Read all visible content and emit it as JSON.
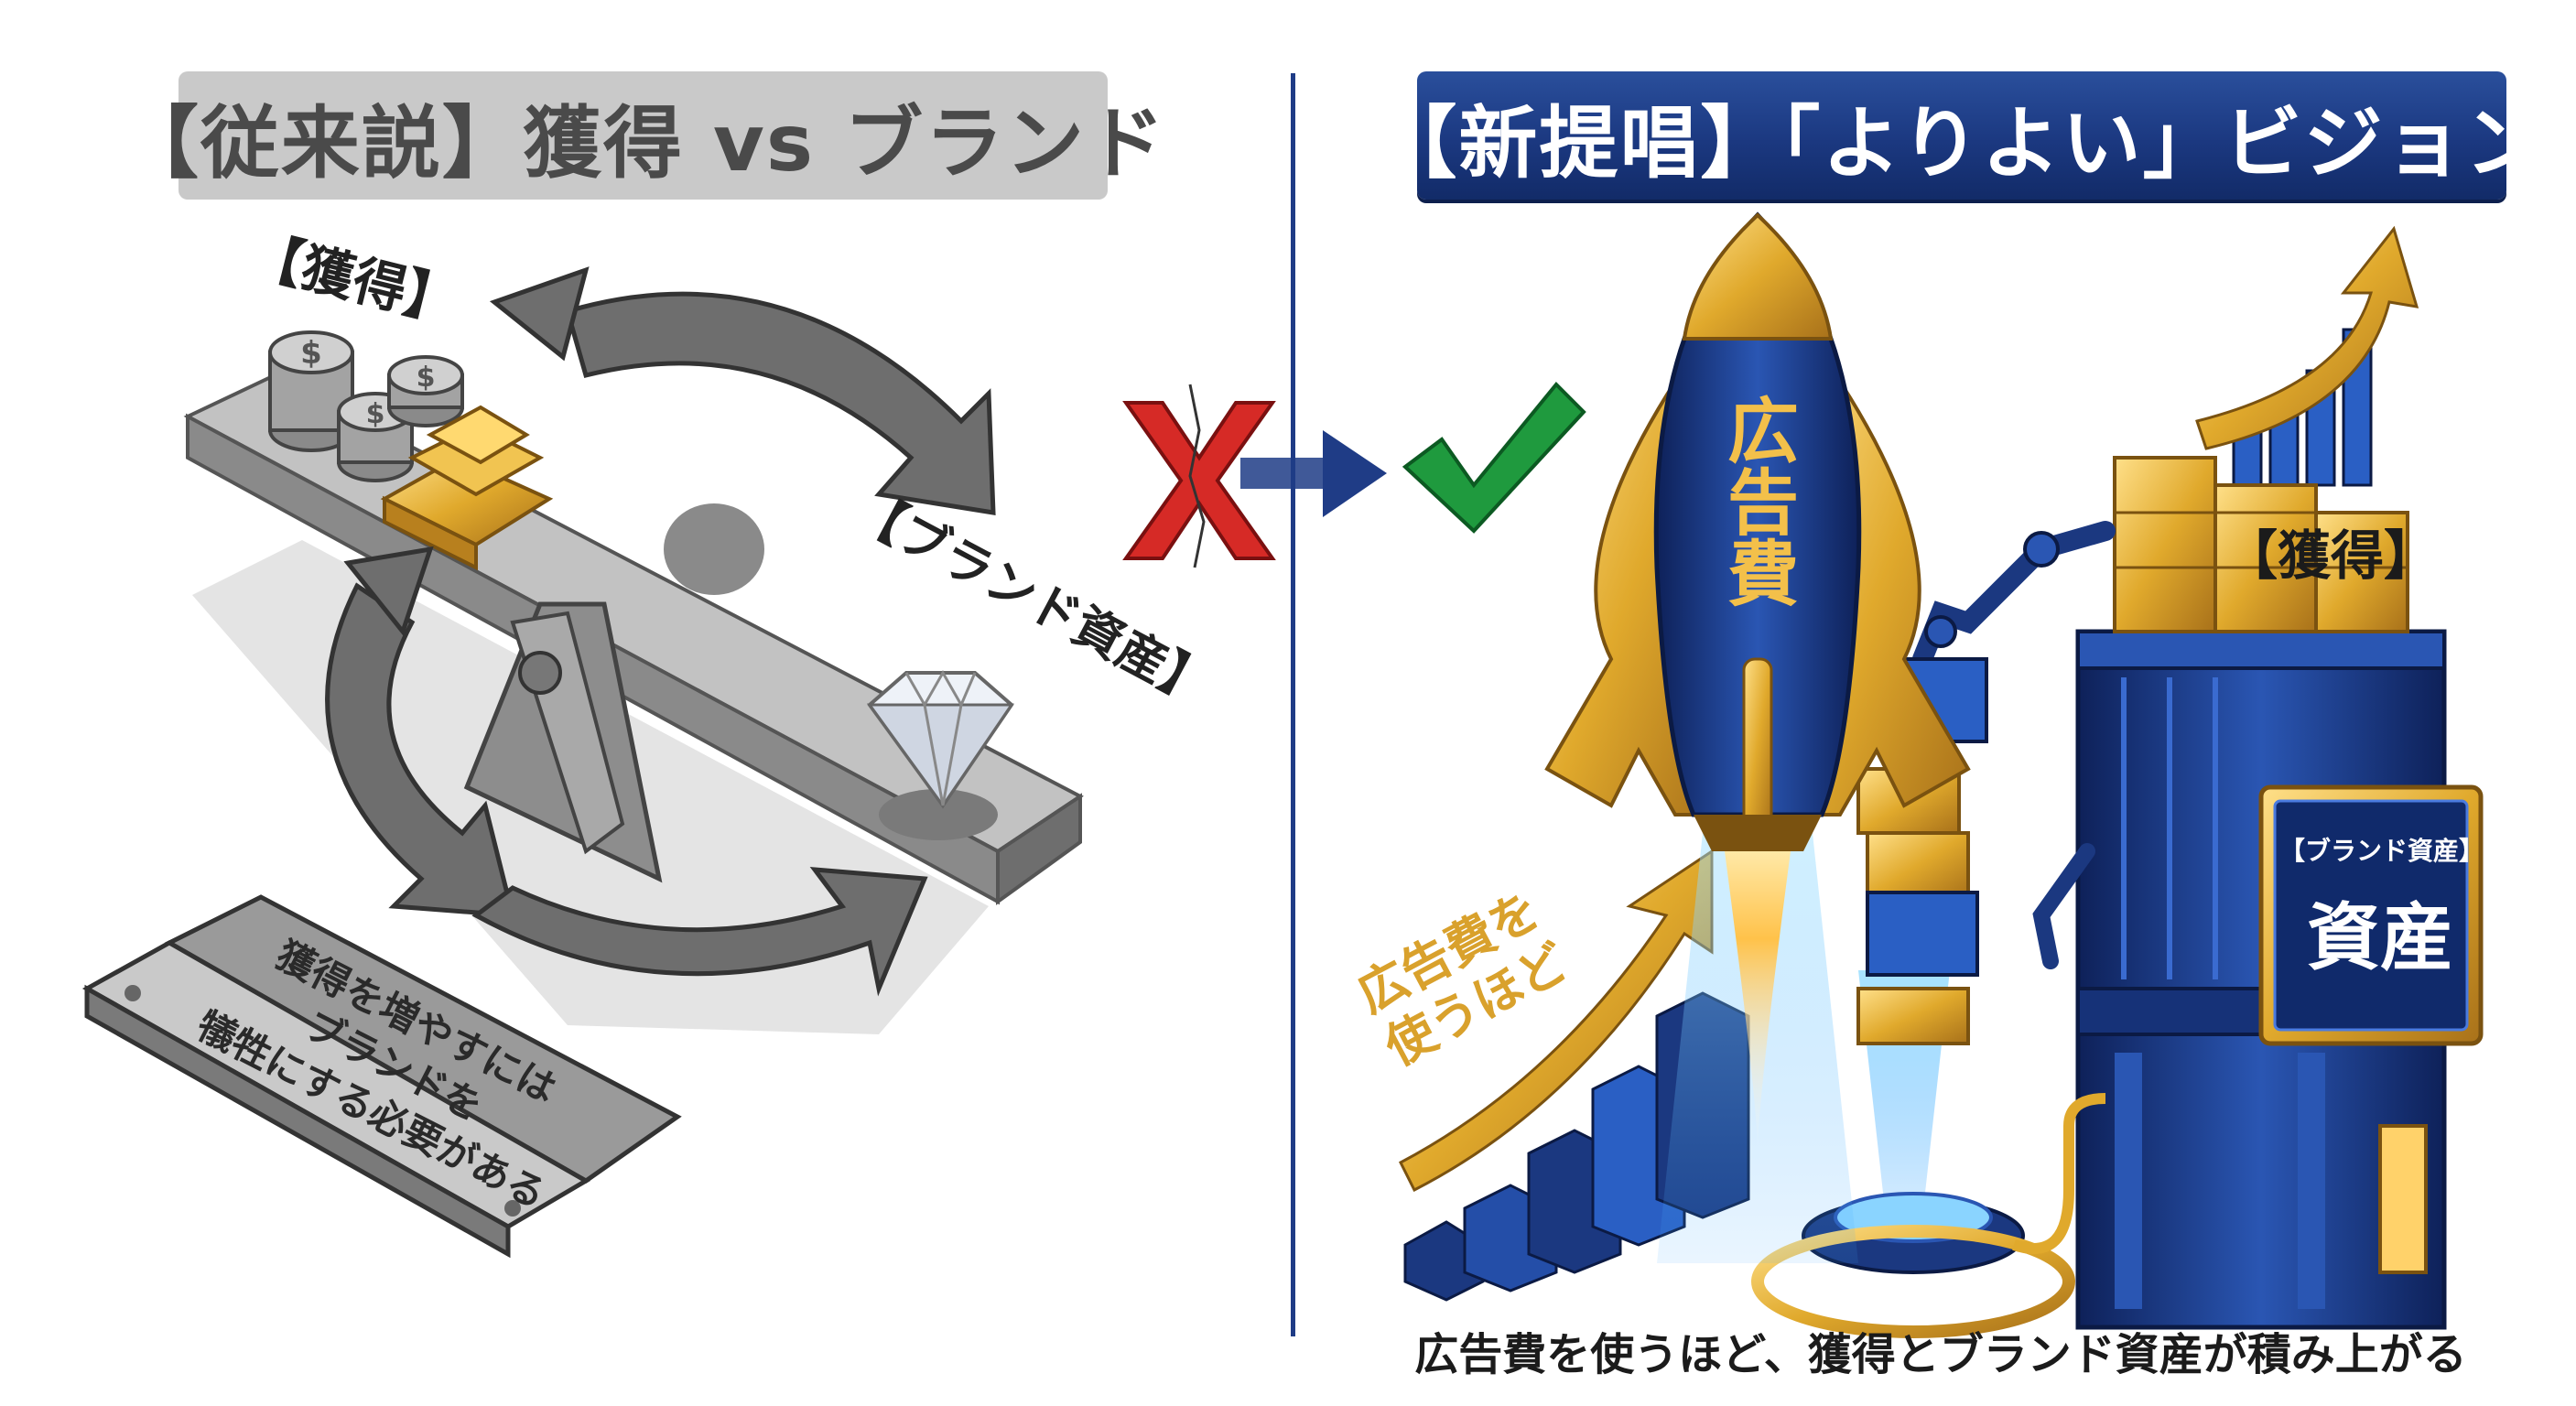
{
  "left_panel": {
    "title": "【従来説】獲得 vs ブランド",
    "acquisition_label": "【獲得】",
    "brand_label": "【ブランド資産】",
    "plaque_lines": [
      "獲得を増やすには",
      "ブランドを",
      "犠牲にする必要がある"
    ]
  },
  "right_panel": {
    "title": "【新提唱】「よりよい」ビジョン",
    "rocket_label": "広告費",
    "growth_label_lines": [
      "広告費を",
      "使うほど"
    ],
    "acquisition_label": "【獲得】",
    "brand_sign_small": "【ブランド資産】",
    "brand_sign_large": "資産"
  },
  "caption": "広告費を使うほど、獲得とブランド資産が積み上がる",
  "colors": {
    "old_title_bg": "#c9c9c9",
    "new_title_bg": "#1b3880",
    "gold": "#e0a92c",
    "navy": "#1b3880",
    "cross_red": "#d62a26",
    "check_green": "#1f9a3e"
  }
}
